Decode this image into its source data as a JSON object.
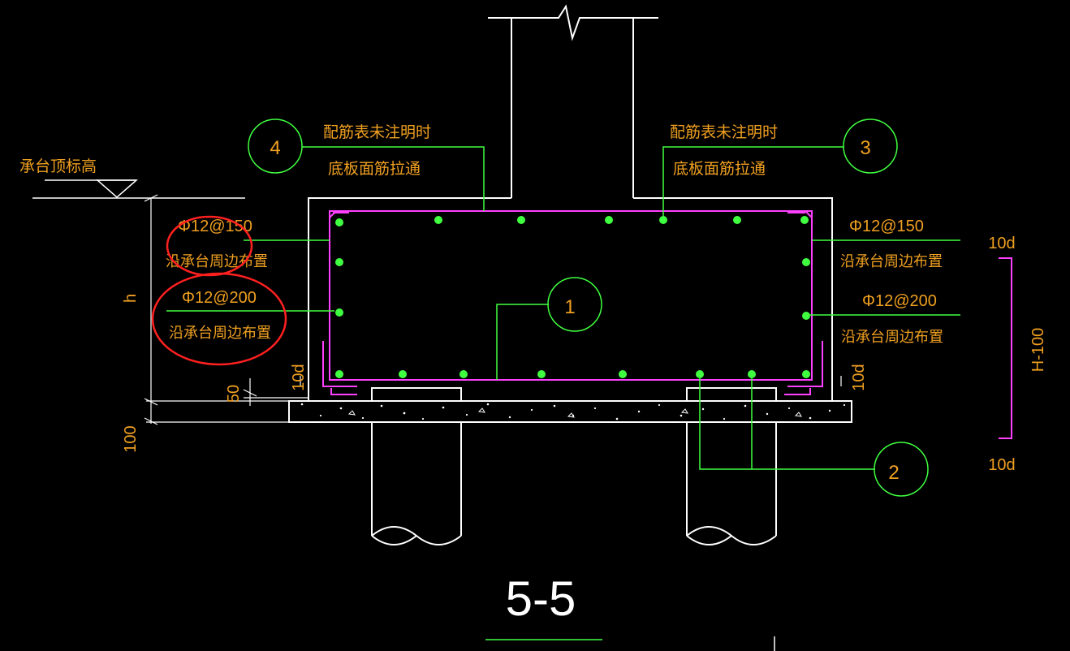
{
  "drawing": {
    "section_title": "5-5",
    "top_elevation_label": "承台顶标高",
    "left_notes": {
      "rebar_top": "Φ12@150",
      "arrangement_top": "沿承台周边布置",
      "rebar_mid": "Φ12@200",
      "arrangement_mid": "沿承台周边布置"
    },
    "right_notes": {
      "rebar_top": "Φ12@150",
      "arrangement_top": "沿承台周边布置",
      "rebar_mid": "Φ12@200",
      "arrangement_mid": "沿承台周边布置"
    },
    "callout_4": {
      "number": "4",
      "line1": "配筋表未注明时",
      "line2": "底板面筋拉通"
    },
    "callout_3": {
      "number": "3",
      "line1": "配筋表未注明时",
      "line2": "底板面筋拉通"
    },
    "callout_1": {
      "number": "1"
    },
    "callout_2": {
      "number": "2"
    },
    "dimensions": {
      "height": "h",
      "cover_50": "50",
      "cushion_100": "100",
      "anchor_left": "10d",
      "anchor_right": "10d",
      "anchor_top": "10d",
      "anchor_bottom": "10d",
      "side_length": "H-100"
    }
  },
  "colors": {
    "background": "#000000",
    "outline": "#ffffff",
    "rebar": "#ff40ff",
    "leader": "#40ff40",
    "text": "#f0a020",
    "highlight": "#ff2020"
  }
}
